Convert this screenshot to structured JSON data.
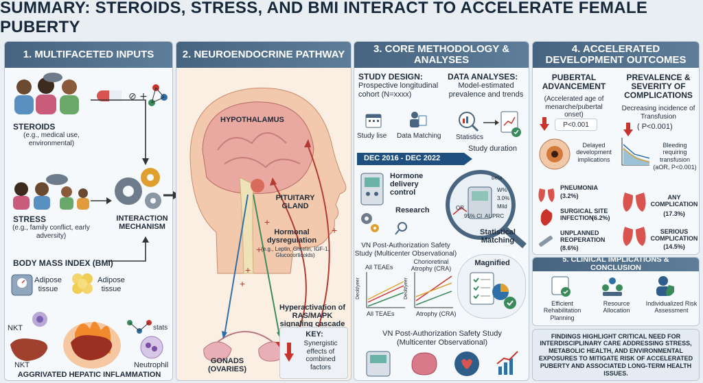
{
  "title": "SUMMARY: STEROIDS, STRESS, AND BMI INTERACT TO ACCELERATE FEMALE PUBERTY",
  "panel1": {
    "heading": "1. MULTIFACETED INPUTS",
    "steroids_label": "STEROIDS",
    "steroids_sub": "(e.g., medical use, environmental)",
    "stress_label": "STRESS",
    "stress_sub": "(e.g., family conflict, early adversity)",
    "interaction_label": "INTERACTION MECHANISM",
    "bmi_label": "BODY MASS INDEX (BMI)",
    "adipose_1": "Adipose tissue",
    "adipose_2": "Adipose tissue",
    "nkt_top": "NKT",
    "nkt_bottom": "NKT",
    "stats": "stats",
    "neutrophil": "Neutrophil",
    "hepatic_label": "AGGRIVATED HEPATIC INFLAMMATION"
  },
  "panel2": {
    "heading": "2. NEUROENDOCRINE PATHWAY",
    "hypothalamus": "HYPOTHALAMUS",
    "pituitary": "PITUITARY GLAND",
    "hormonal_title": "Hormonal dysregulation",
    "hormonal_sub": "(e.g., Leptin, Ghrelin, IGF-1, Glucocorticoids)",
    "hyper_label": "Hyperactivation of RAS/MAPK signaling cascade",
    "gonads": "GONADS (OVARIES)",
    "key_title": "KEY:",
    "key_text": "Synergistic effects of combined factors"
  },
  "panel3": {
    "heading": "3. CORE METHODOLOGY & ANALYSES",
    "design_title": "STUDY DESIGN:",
    "design_text": "Prospective longitudinal cohort (N=xxxx)",
    "analyses_title": "DATA ANALYSES:",
    "analyses_text": "Model-estimated prevalence and trends",
    "study_lise": "Study lise",
    "data_matching": "Data Matching",
    "statistics": "Statistics",
    "study_duration": "Study duration",
    "date_range": "DEC 2016 - DEC 2022",
    "hormone_label": "Hormone delivery control",
    "research": "Research",
    "lens_labels": [
      "beta",
      "W%",
      "3.0%",
      "Mild",
      "OR",
      "95% CI",
      "AUPRC"
    ],
    "vn_study_1": "VN Post-Authorization Safety Study (Multicenter Observational)",
    "stat_matching": "Statistical Matching",
    "chart1_title": "All TEAEs",
    "chart1_xlabel": "All TEAEs",
    "chart1_ylabel": "Deolt/yeer",
    "chart2_title": "Chorioretinal Atrophy (CRA)",
    "chart2_xlabel": "Atrophy (CRA)",
    "chart2_ylabel": "Deolt/yeer",
    "magnified": "Magnified",
    "vn_study_2": "VN Post-Authorization Safety Study (Multicenter Observational)"
  },
  "panel4": {
    "heading": "4. ACCELERATED DEVELOPMENT OUTCOMES",
    "pubertal_title": "PUBERTAL ADVANCEMENT",
    "pubertal_sub": "(Accelerated age of menarche/pubertal onset)",
    "p_value_1": "P<0.001",
    "delayed": "Delayed development implications",
    "prevalence_title": "PREVALENCE & SEVERITY OF COMPLICATIONS",
    "prevalence_sub": "Decreasing incidence of Transfusion",
    "p_value_2": "( P<0.001)",
    "bleeding": "Bleeding requiring transfusion",
    "bleeding_aor": "(aOR, P<0.001)",
    "complications_left": [
      {
        "name": "PNEUMONIA",
        "value": "(3.2%)"
      },
      {
        "name": "SURGICAL SITE INFECTION",
        "value": "(6.2%)"
      },
      {
        "name": "UNPLANNED REOPERATION",
        "value": "(8.6%)"
      }
    ],
    "complications_right": [
      {
        "name": "ANY COMPLICATION",
        "value": "(17.3%)"
      },
      {
        "name": "SERIOUS COMPLICATION",
        "value": "(14.5%)"
      }
    ]
  },
  "panel5": {
    "heading": "5. CLINICAL IMPLICATIONS & CONCLUSION",
    "items": [
      "Efficient Rehabilitation Planning",
      "Resource Allocation",
      "Individualized Risk Assessment"
    ]
  },
  "findings": "FINDINGS HIGHLIGHT CRITICAL NEED FOR INTERDISCIPLINARY CARE ADDRESSING STRESS, METABOLIC HEALTH, AND ENVIRONMENTAL EXPOSURES TO MITIGATE RISK OF ACCELERATED PUBERTY AND ASSOCIATED LONG-TERM HEALTH ISSUES.",
  "colors": {
    "header": "#46647f",
    "accent_red": "#c8332b",
    "accent_blue": "#2f6fa8",
    "accent_green": "#3a8a5c"
  }
}
